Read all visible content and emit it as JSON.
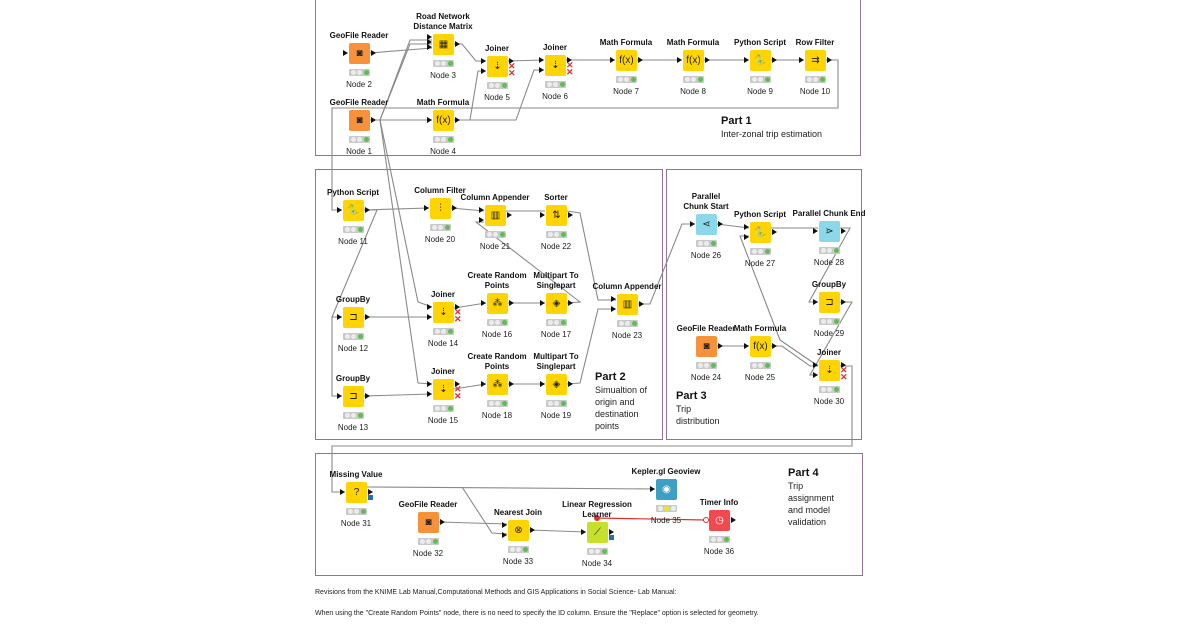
{
  "colors": {
    "panel_border": "#8e7599",
    "manipulator": "#ffd400",
    "source": "#f7923a",
    "loop": "#8ad8ea",
    "learner": "#c6e02b",
    "visualizer": "#3e9ec4",
    "other": "#f1494f",
    "flow_variable": "#e0302e"
  },
  "parts": [
    {
      "id": "part1",
      "title": "Part 1",
      "desc": "Inter-zonal trip estimation"
    },
    {
      "id": "part2",
      "title": "Part 2",
      "desc": "Simualtion of\norigin and\ndestination\npoints"
    },
    {
      "id": "part3",
      "title": "Part 3",
      "desc": "Trip\ndistribution"
    },
    {
      "id": "part4",
      "title": "Part 4",
      "desc": "Trip\nassignment\nand model\nvalidation"
    }
  ],
  "nodes": {
    "n2": {
      "title": "GeoFile Reader",
      "label": "Node 2",
      "icon": "geofile-icon",
      "glyph": "◙"
    },
    "n1": {
      "title": "GeoFile Reader",
      "label": "Node 1",
      "icon": "geofile-icon",
      "glyph": "◙"
    },
    "n3": {
      "title": "Road Network\nDistance Matrix",
      "label": "Node 3",
      "icon": "matrix-icon",
      "glyph": "▦"
    },
    "n4": {
      "title": "Math Formula",
      "label": "Node 4",
      "icon": "math-formula-icon",
      "glyph": "f(x)"
    },
    "n5": {
      "title": "Joiner",
      "label": "Node 5",
      "icon": "joiner-icon",
      "glyph": "⇣"
    },
    "n6": {
      "title": "Joiner",
      "label": "Node 6",
      "icon": "joiner-icon",
      "glyph": "⇣"
    },
    "n7": {
      "title": "Math Formula",
      "label": "Node 7",
      "icon": "math-formula-icon",
      "glyph": "f(x)"
    },
    "n8": {
      "title": "Math Formula",
      "label": "Node 8",
      "icon": "math-formula-icon",
      "glyph": "f(x)"
    },
    "n9": {
      "title": "Python Script",
      "label": "Node 9",
      "icon": "python-icon",
      "glyph": "🐍"
    },
    "n10": {
      "title": "Row Filter",
      "label": "Node 10",
      "icon": "row-filter-icon",
      "glyph": "⇉"
    },
    "n11": {
      "title": "Python Script",
      "label": "Node 11",
      "icon": "python-icon",
      "glyph": "🐍"
    },
    "n20": {
      "title": "Column Filter",
      "label": "Node 20",
      "icon": "column-filter-icon",
      "glyph": "⫶"
    },
    "n21": {
      "title": "Column Appender",
      "label": "Node 21",
      "icon": "column-appender-icon",
      "glyph": "▥"
    },
    "n22": {
      "title": "Sorter",
      "label": "Node 22",
      "icon": "sorter-icon",
      "glyph": "⇅"
    },
    "n12": {
      "title": "GroupBy",
      "label": "Node 12",
      "icon": "groupby-icon",
      "glyph": "⊐"
    },
    "n14": {
      "title": "Joiner",
      "label": "Node 14",
      "icon": "joiner-icon",
      "glyph": "⇣"
    },
    "n16": {
      "title": "Create Random\nPoints",
      "label": "Node 16",
      "icon": "random-points-icon",
      "glyph": "⁂"
    },
    "n17": {
      "title": "Multipart To\nSinglepart",
      "label": "Node 17",
      "icon": "multipart-icon",
      "glyph": "◈"
    },
    "n23": {
      "title": "Column Appender",
      "label": "Node 23",
      "icon": "column-appender-icon",
      "glyph": "▥"
    },
    "n13": {
      "title": "GroupBy",
      "label": "Node 13",
      "icon": "groupby-icon",
      "glyph": "⊐"
    },
    "n15": {
      "title": "Joiner",
      "label": "Node 15",
      "icon": "joiner-icon",
      "glyph": "⇣"
    },
    "n18": {
      "title": "Create Random\nPoints",
      "label": "Node 18",
      "icon": "random-points-icon",
      "glyph": "⁂"
    },
    "n19": {
      "title": "Multipart To\nSinglepart",
      "label": "Node 19",
      "icon": "multipart-icon",
      "glyph": "◈"
    },
    "n26": {
      "title": "Parallel\nChunk Start",
      "label": "Node 26",
      "icon": "parallel-chunk-start-icon",
      "glyph": "⋖"
    },
    "n27": {
      "title": "Python Script",
      "label": "Node 27",
      "icon": "python-icon",
      "glyph": "🐍"
    },
    "n28": {
      "title": "Parallel Chunk End",
      "label": "Node 28",
      "icon": "parallel-chunk-end-icon",
      "glyph": "⋗"
    },
    "n29": {
      "title": "GroupBy",
      "label": "Node 29",
      "icon": "groupby-icon",
      "glyph": "⊐"
    },
    "n24": {
      "title": "GeoFile Reader",
      "label": "Node 24",
      "icon": "geofile-icon",
      "glyph": "◙"
    },
    "n25": {
      "title": "Math Formula",
      "label": "Node 25",
      "icon": "math-formula-icon",
      "glyph": "f(x)"
    },
    "n30": {
      "title": "Joiner",
      "label": "Node 30",
      "icon": "joiner-icon",
      "glyph": "⇣"
    },
    "n31": {
      "title": "Missing Value",
      "label": "Node 31",
      "icon": "missing-value-icon",
      "glyph": "?"
    },
    "n32": {
      "title": "GeoFile Reader",
      "label": "Node 32",
      "icon": "geofile-icon",
      "glyph": "◙"
    },
    "n33": {
      "title": "Nearest Join",
      "label": "Node 33",
      "icon": "nearest-join-icon",
      "glyph": "⊗"
    },
    "n34": {
      "title": "Linear Regression\nLearner",
      "label": "Node 34",
      "icon": "regression-icon",
      "glyph": "⟋"
    },
    "n35": {
      "title": "Kepler.gl Geoview",
      "label": "Node 35",
      "icon": "kepler-icon",
      "glyph": "◉"
    },
    "n36": {
      "title": "Timer Info",
      "label": "Node 36",
      "icon": "timer-icon",
      "glyph": "◷"
    }
  },
  "footer": {
    "line1": "Revisions from the KNIME Lab Manual,Computational Methods and GIS Applications in Social Science- Lab Manual:",
    "line2": "When using the \"Create Random Points\" node, there is no need to specify the ID column. Ensure the \"Replace\" option is selected for geometry."
  }
}
